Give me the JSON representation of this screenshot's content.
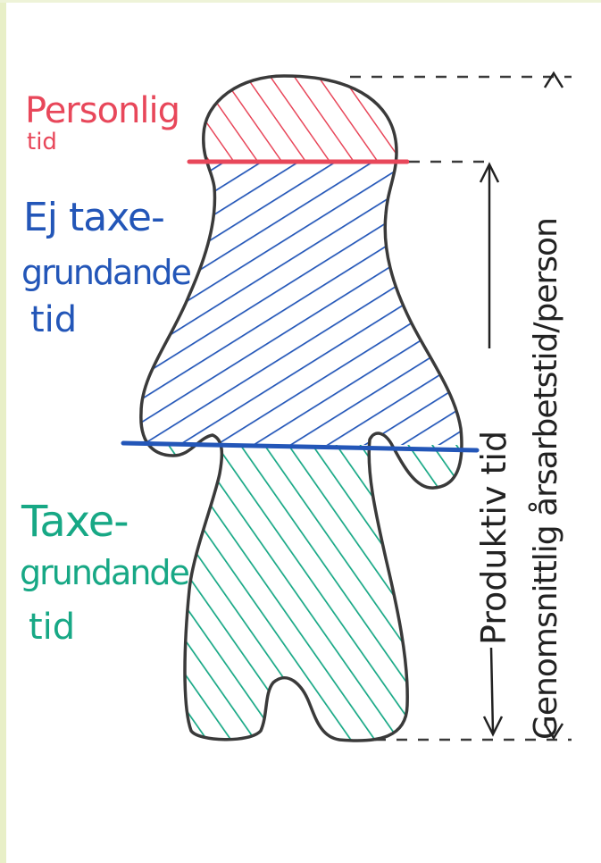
{
  "colors": {
    "personal": "#e8475a",
    "non_billable": "#2356b8",
    "billable": "#17a885",
    "outline": "#3a3a3a",
    "background": "#ffffff",
    "left_strip": "#e8efc7"
  },
  "labels": {
    "personal_line1": "Personlig",
    "personal_line2": "tid",
    "non_billable_line1": "Ej taxe-",
    "non_billable_line2": "grundande",
    "non_billable_line3": "tid",
    "billable_line1": "Taxe-",
    "billable_line2": "grundande",
    "billable_line3": "tid",
    "productive_time": "Produktiv tid",
    "average_annual_time": "Genomsnittlig årsarbetstid/person"
  }
}
